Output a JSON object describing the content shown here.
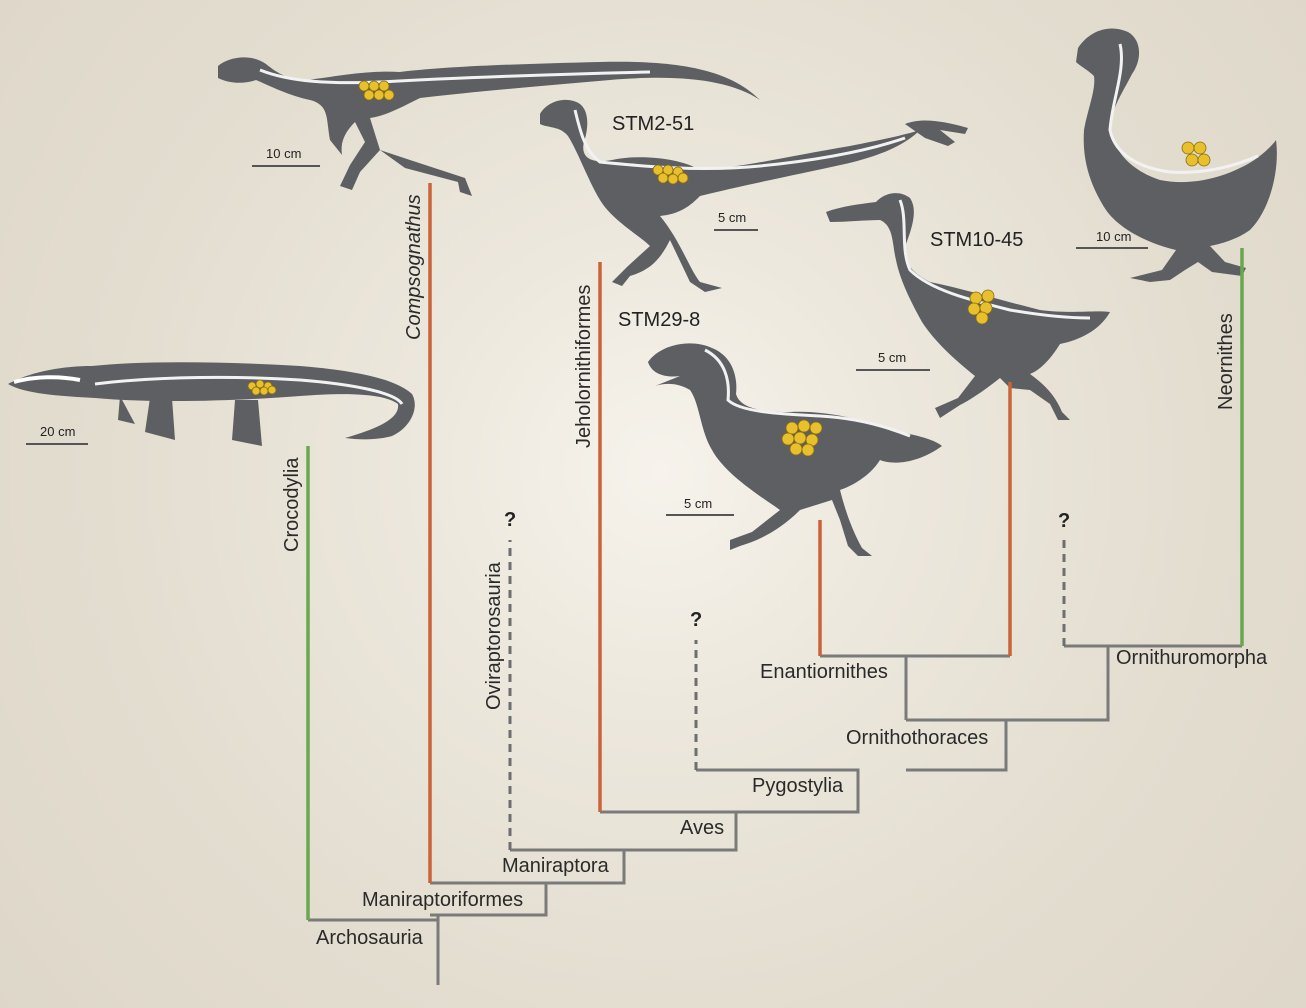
{
  "clades": {
    "archosauria": "Archosauria",
    "maniraptoriformes": "Maniraptoriformes",
    "maniraptora": "Maniraptora",
    "aves": "Aves",
    "pygostylia": "Pygostylia",
    "ornithothoraces": "Ornithothoraces",
    "enantiornithes": "Enantiornithes",
    "ornithuromorpha": "Ornithuromorpha"
  },
  "taxa": {
    "crocodylia": "Crocodylia",
    "compsognathus": "Compsognathus",
    "oviraptorosauria": "Oviraptorosauria",
    "jeholornithiformes": "Jeholornithiformes",
    "neornithes": "Neornithes"
  },
  "specimens": {
    "stm2_51": "STM2-51",
    "stm29_8": "STM29-8",
    "stm10_45": "STM10-45"
  },
  "scale_bars": {
    "crocodile": "20 cm",
    "compsognathus": "10 cm",
    "stm2_51": "5 cm",
    "stm29_8": "5 cm",
    "stm10_45": "5 cm",
    "chicken": "10 cm"
  },
  "unknown_marker": "?",
  "colors": {
    "tree": "#7a7a7a",
    "orange_lineage": "#c9633a",
    "green_lineage": "#6aa84f",
    "egg": "#e8bf2d",
    "silhouette": "#5d5f62"
  }
}
